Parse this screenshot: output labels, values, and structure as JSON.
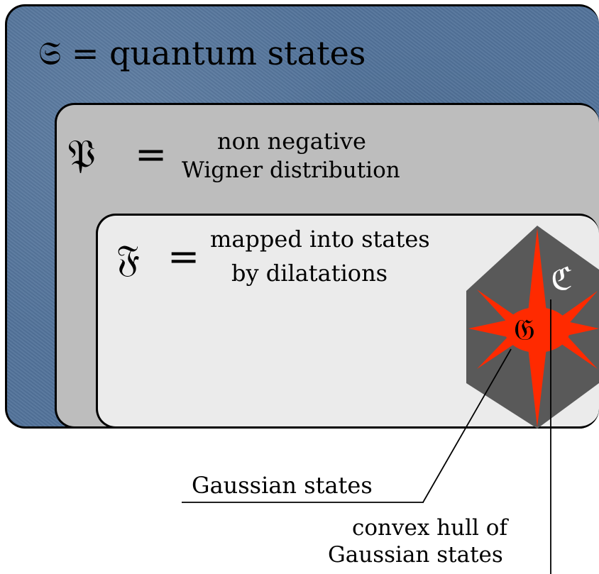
{
  "sets": {
    "S": {
      "symbol": "𝔖",
      "equals": "= quantum states"
    },
    "P": {
      "symbol": "𝔓",
      "equals": "=",
      "line1": "non negative",
      "line2": "Wigner distribution"
    },
    "F": {
      "symbol": "𝔉",
      "equals": "=",
      "line1": "mapped into states",
      "line2": "by dilatations"
    },
    "C": {
      "symbol": "ℭ"
    },
    "G": {
      "symbol": "𝔊"
    }
  },
  "callouts": {
    "gaussian": "Gaussian states",
    "hull_line1": "convex hull of",
    "hull_line2": "Gaussian states"
  },
  "colors": {
    "outer_fill": "#52739a",
    "middle_fill": "#bdbdbd",
    "inner_fill": "#ebebeb",
    "hull_fill": "#595959",
    "gaussian_fill": "#ff2a00"
  }
}
